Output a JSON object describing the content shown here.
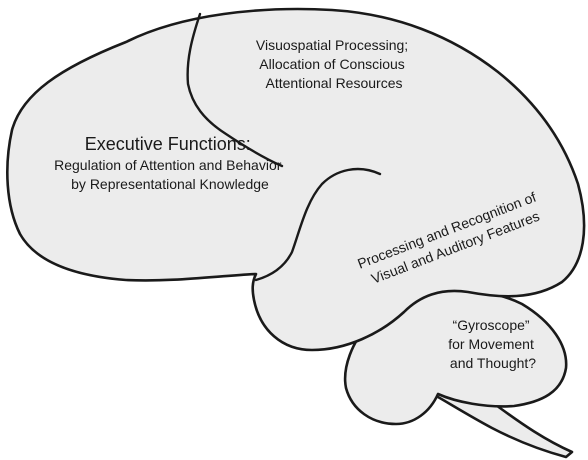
{
  "regions": {
    "parietal": {
      "lines": [
        "Visuospatial Processing;",
        "Allocation of Conscious",
        "Attentional Resources"
      ]
    },
    "frontal": {
      "heading": "Executive Functions:",
      "lines": [
        "Regulation of Attention and Behavior",
        "by Representational Knowledge"
      ]
    },
    "temporal_occipital": {
      "lines": [
        "Processing and Recognition of",
        "Visual and Auditory Features"
      ]
    },
    "cerebellum": {
      "lines": [
        "“Gyroscope”",
        "for Movement",
        "and Thought?"
      ]
    }
  }
}
